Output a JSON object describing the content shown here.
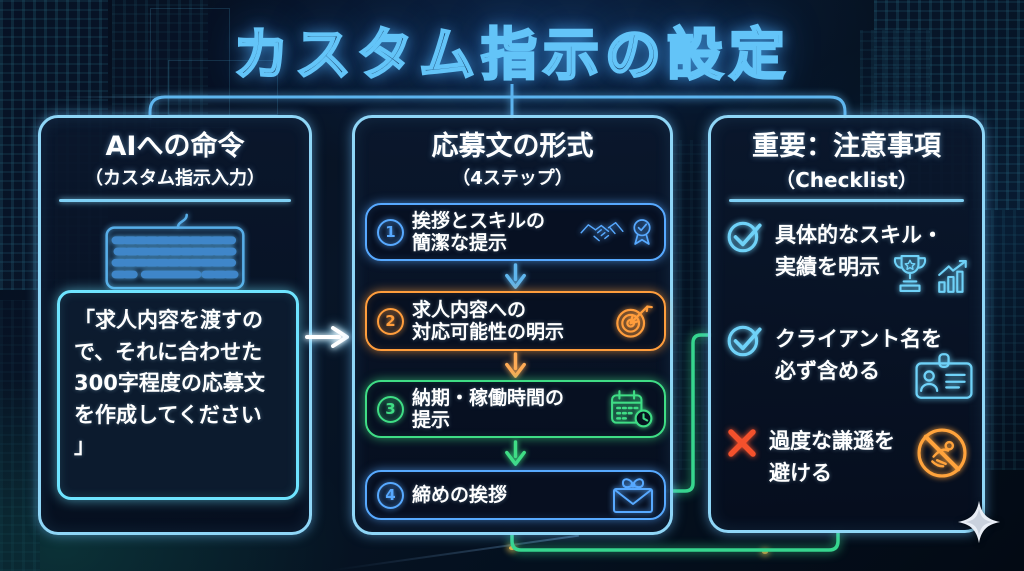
{
  "title": "カスタム指示の設定",
  "panels": {
    "left": {
      "title": "AIへの命令",
      "subtitle": "（カスタム指示入力）",
      "icon": "keyboard-icon",
      "quote": "「求人内容を渡すの\nで、それに合わせた\n300字程度の応募文\nを作成してください\n」"
    },
    "middle": {
      "title": "応募文の形式",
      "subtitle": "（4ステップ）",
      "steps": [
        {
          "num": "1",
          "label": "挨拶とスキルの\n簡潔な提示",
          "icons": [
            "handshake-icon",
            "award-ribbon-icon"
          ],
          "color": "#57a9ff"
        },
        {
          "num": "2",
          "label": "求人内容への\n対応可能性の明示",
          "icons": [
            "target-arrow-icon"
          ],
          "color": "#ff9d3c"
        },
        {
          "num": "3",
          "label": "納期・稼働時間の\n提示",
          "icons": [
            "calendar-clock-icon"
          ],
          "color": "#3fdd85"
        },
        {
          "num": "4",
          "label": "締めの挨拶",
          "icons": [
            "envelope-bow-icon"
          ],
          "color": "#57a9ff"
        }
      ]
    },
    "right": {
      "title": "重要：注意事項",
      "subtitle": "（Checklist）",
      "items": [
        {
          "marker": "check-circle-icon",
          "label": "具体的なスキル・\n実績を明示",
          "icons": [
            "trophy-icon",
            "growth-chart-icon"
          ]
        },
        {
          "marker": "check-circle-icon",
          "label": "クライアント名を\n必ず含める",
          "icons": [
            "id-card-icon"
          ]
        },
        {
          "marker": "cross-icon",
          "label": "過度な謙遜を\n避ける",
          "icons": [
            "no-bowing-icon"
          ]
        }
      ]
    }
  },
  "connectors": {
    "title_bus_color": "#5fb6ee",
    "flow_link_color": "#36d68e",
    "panel_border_color": "#8fd6f7"
  },
  "logo": "sparkle-star-icon",
  "colors": {
    "background": "#06101e",
    "title_neon": "#63c4f8",
    "quote_border": "#6ee4ff",
    "step_blue": "#57a9ff",
    "step_orange": "#ff9d3c",
    "step_green": "#3fdd85",
    "check_cyan": "#6fd2f8",
    "cross_red": "#f4512c"
  }
}
